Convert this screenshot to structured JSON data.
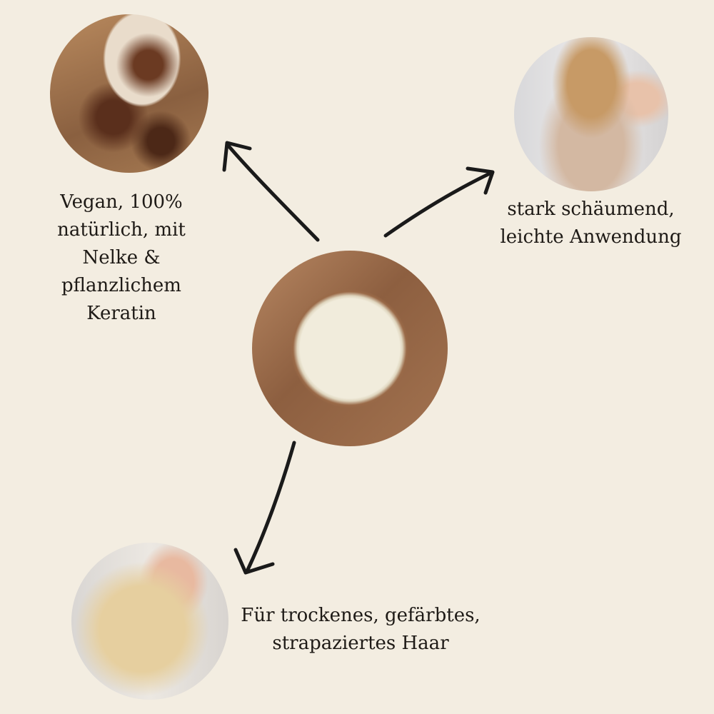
{
  "features": [
    {
      "id": "cloves",
      "image": "cloves-photo",
      "lines": [
        "Vegan, 100%",
        "natürlich, mit",
        "Nelke &",
        "pflanzlichem",
        "Keratin"
      ]
    },
    {
      "id": "foaming",
      "image": "hair-washing-photo",
      "lines": [
        "stark schäumend,",
        "leichte Anwendung"
      ]
    },
    {
      "id": "hair",
      "image": "blonde-hair-photo",
      "lines": [
        "Für trockenes, gefärbtes,",
        "strapaziertes Haar"
      ]
    }
  ],
  "center": {
    "image": "shampoo-bar-photo"
  },
  "colors": {
    "background": "#f3ede1",
    "text": "#1e1a16",
    "arrow": "#1a1a1a"
  }
}
